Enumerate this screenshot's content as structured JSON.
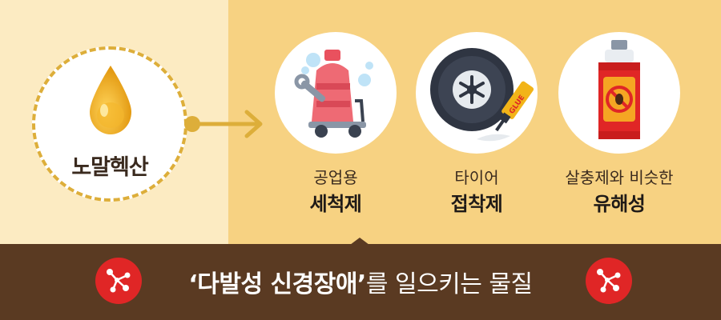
{
  "source": {
    "label": "노말헥산",
    "icon": "oil-drop-icon"
  },
  "items": [
    {
      "line1": "공업용",
      "line2": "세척제",
      "icon": "cleaning-tank-icon"
    },
    {
      "line1": "타이어",
      "line2": "접착제",
      "icon": "tire-glue-icon"
    },
    {
      "line1": "살충제와 비슷한",
      "line2": "유해성",
      "icon": "insecticide-spray-icon"
    }
  ],
  "glue_label": "GLUE",
  "banner": {
    "highlight": "‘다발성 신경장애’",
    "rest": "를 일으키는 물질"
  },
  "colors": {
    "left_bg": "#FCEBC2",
    "right_bg": "#F7D282",
    "banner_bg": "#5A3A22",
    "accent": "#DDAE3A",
    "red": "#E02626"
  }
}
